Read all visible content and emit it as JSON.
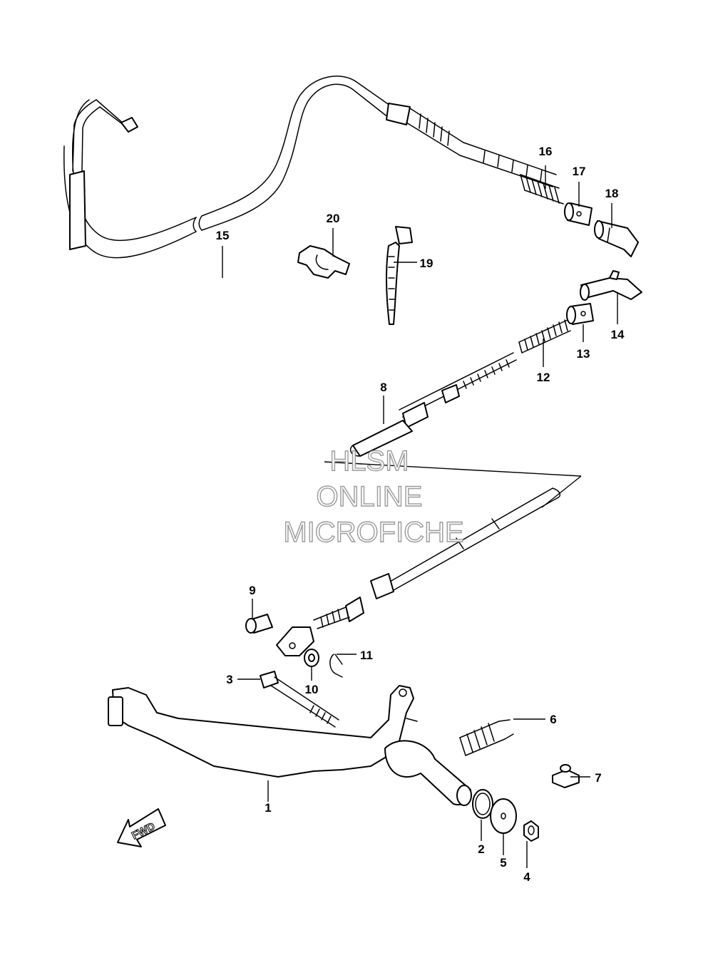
{
  "callouts": [
    {
      "id": "1",
      "label": "1"
    },
    {
      "id": "2",
      "label": "2"
    },
    {
      "id": "3",
      "label": "3"
    },
    {
      "id": "4",
      "label": "4"
    },
    {
      "id": "5",
      "label": "5"
    },
    {
      "id": "6",
      "label": "6"
    },
    {
      "id": "7",
      "label": "7"
    },
    {
      "id": "8",
      "label": "8"
    },
    {
      "id": "9",
      "label": "9"
    },
    {
      "id": "10",
      "label": "10"
    },
    {
      "id": "11",
      "label": "11"
    },
    {
      "id": "12",
      "label": "12"
    },
    {
      "id": "13",
      "label": "13"
    },
    {
      "id": "14",
      "label": "14"
    },
    {
      "id": "15",
      "label": "15"
    },
    {
      "id": "16",
      "label": "16"
    },
    {
      "id": "17",
      "label": "17"
    },
    {
      "id": "18",
      "label": "18"
    },
    {
      "id": "19",
      "label": "19"
    },
    {
      "id": "20",
      "label": "20"
    }
  ],
  "watermark": {
    "line1": "HLSM",
    "line2": "ONLINE",
    "line3": "MICROFICHE"
  },
  "direction_arrow": {
    "label": "FWD"
  }
}
